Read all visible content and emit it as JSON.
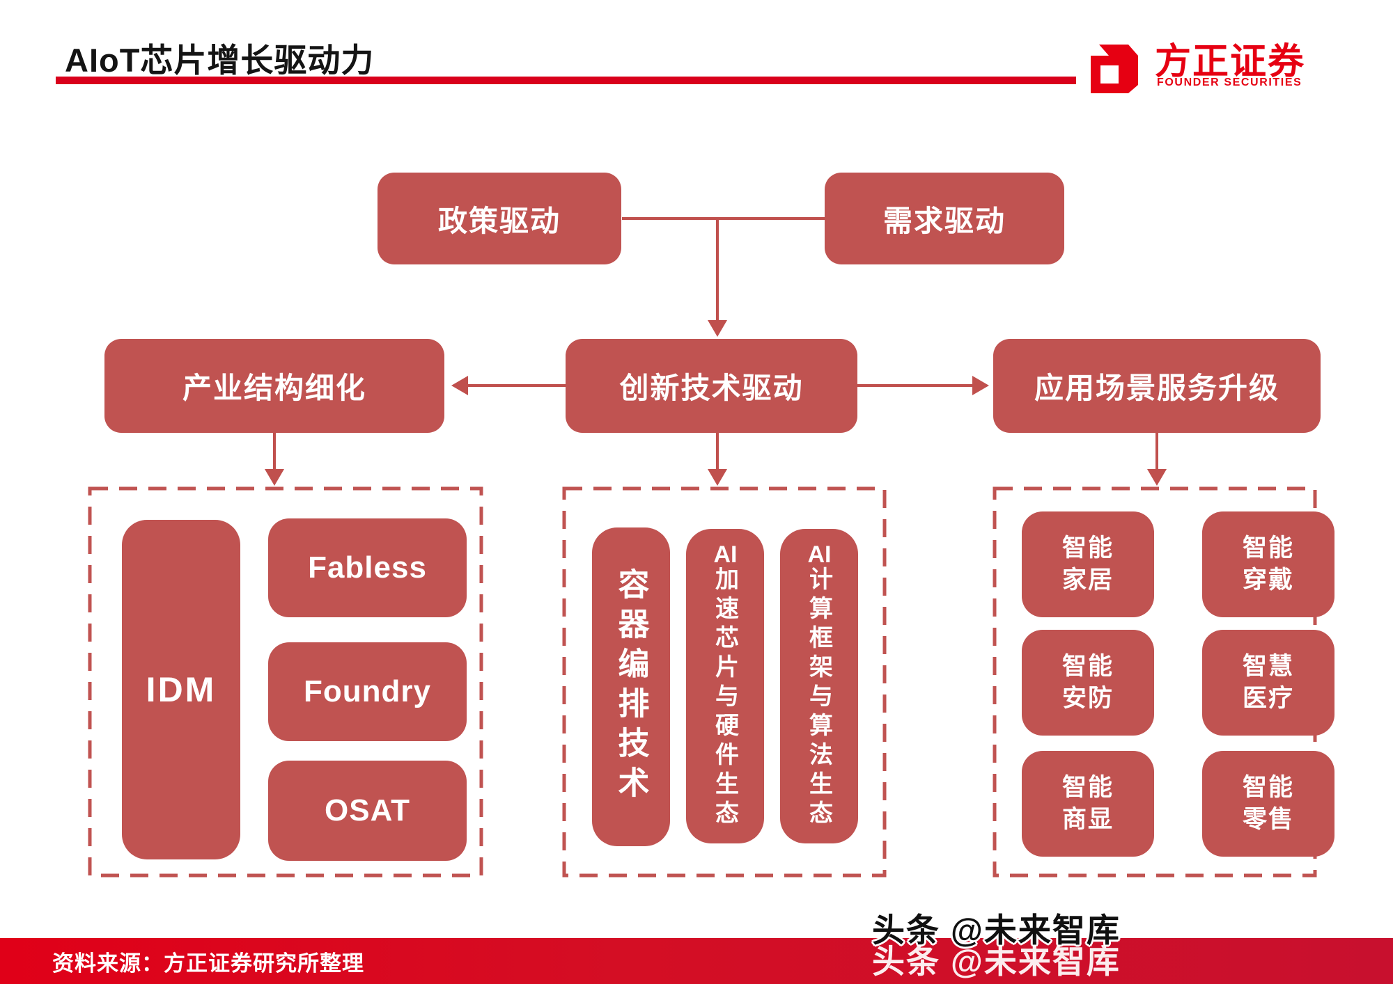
{
  "header": {
    "title": "AIoT芯片增长驱动力",
    "logo": {
      "name_cn": "方正证券",
      "name_en": "FOUNDER SECURITIES"
    }
  },
  "diagram": {
    "top": {
      "policy": "政策驱动",
      "demand": "需求驱动"
    },
    "mid": {
      "industry": "产业结构细化",
      "tech": "创新技术驱动",
      "scene": "应用场景服务升级"
    },
    "industry_group": {
      "idm": "IDM",
      "fabless": "Fabless",
      "foundry": "Foundry",
      "osat": "OSAT"
    },
    "tech_group": {
      "container_orchestration": "容器编排技术",
      "ai_chip_hardware": "AI加速芯片与硬件生态",
      "ai_framework_algorithm": "AI计算框架与算法生态"
    },
    "scene_group": {
      "smart_home": "智能\n家居",
      "smart_wearable": "智能\n穿戴",
      "smart_security": "智能\n安防",
      "smart_medical": "智慧\n医疗",
      "smart_display": "智能\n商显",
      "smart_retail": "智能\n零售"
    }
  },
  "footer": {
    "source": "资料来源：方正证券研究所整理",
    "watermark": "头条 @未来智库"
  },
  "colors": {
    "box_fill": "#C05351",
    "connector": "#C0504D",
    "accent_red": "#D9001B",
    "bar_red": "#C8102E",
    "logo_red": "#E60012"
  }
}
